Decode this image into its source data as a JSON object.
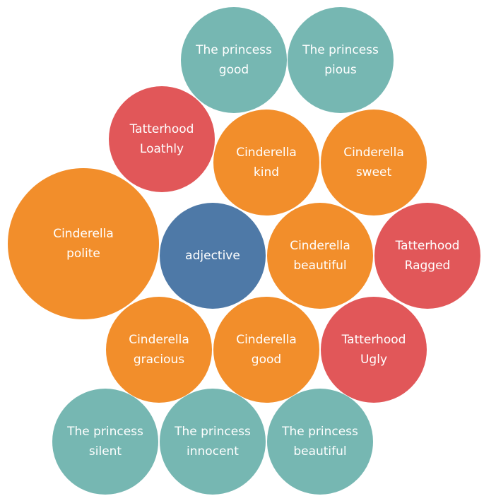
{
  "chart_data": {
    "type": "bubble",
    "title": "",
    "colors": {
      "The princess": "#76b7b2",
      "Tatterhood": "#e15759",
      "Cinderella": "#f28e2b",
      "adjective": "#4e79a7"
    },
    "bubbles": [
      {
        "group": "The princess",
        "word": "good",
        "lines": [
          "The princess",
          "good"
        ]
      },
      {
        "group": "The princess",
        "word": "pious",
        "lines": [
          "The princess",
          "pious"
        ]
      },
      {
        "group": "Tatterhood",
        "word": "Loathly",
        "lines": [
          "Tatterhood",
          "Loathly"
        ]
      },
      {
        "group": "Cinderella",
        "word": "kind",
        "lines": [
          "Cinderella",
          "kind"
        ]
      },
      {
        "group": "Cinderella",
        "word": "sweet",
        "lines": [
          "Cinderella",
          "sweet"
        ]
      },
      {
        "group": "Cinderella",
        "word": "polite",
        "lines": [
          "Cinderella",
          "polite"
        ]
      },
      {
        "group": "adjective",
        "word": "adjective",
        "lines": [
          "adjective"
        ]
      },
      {
        "group": "Cinderella",
        "word": "beautiful",
        "lines": [
          "Cinderella",
          "beautiful"
        ]
      },
      {
        "group": "Tatterhood",
        "word": "Ragged",
        "lines": [
          "Tatterhood",
          "Ragged"
        ]
      },
      {
        "group": "Cinderella",
        "word": "gracious",
        "lines": [
          "Cinderella",
          "gracious"
        ]
      },
      {
        "group": "Cinderella",
        "word": "good",
        "lines": [
          "Cinderella",
          "good"
        ]
      },
      {
        "group": "Tatterhood",
        "word": "Ugly",
        "lines": [
          "Tatterhood",
          "Ugly"
        ]
      },
      {
        "group": "The princess",
        "word": "silent",
        "lines": [
          "The princess",
          "silent"
        ]
      },
      {
        "group": "The princess",
        "word": "innocent",
        "lines": [
          "The princess",
          "innocent"
        ]
      },
      {
        "group": "The princess",
        "word": "beautiful",
        "lines": [
          "The princess",
          "beautiful"
        ]
      }
    ]
  }
}
